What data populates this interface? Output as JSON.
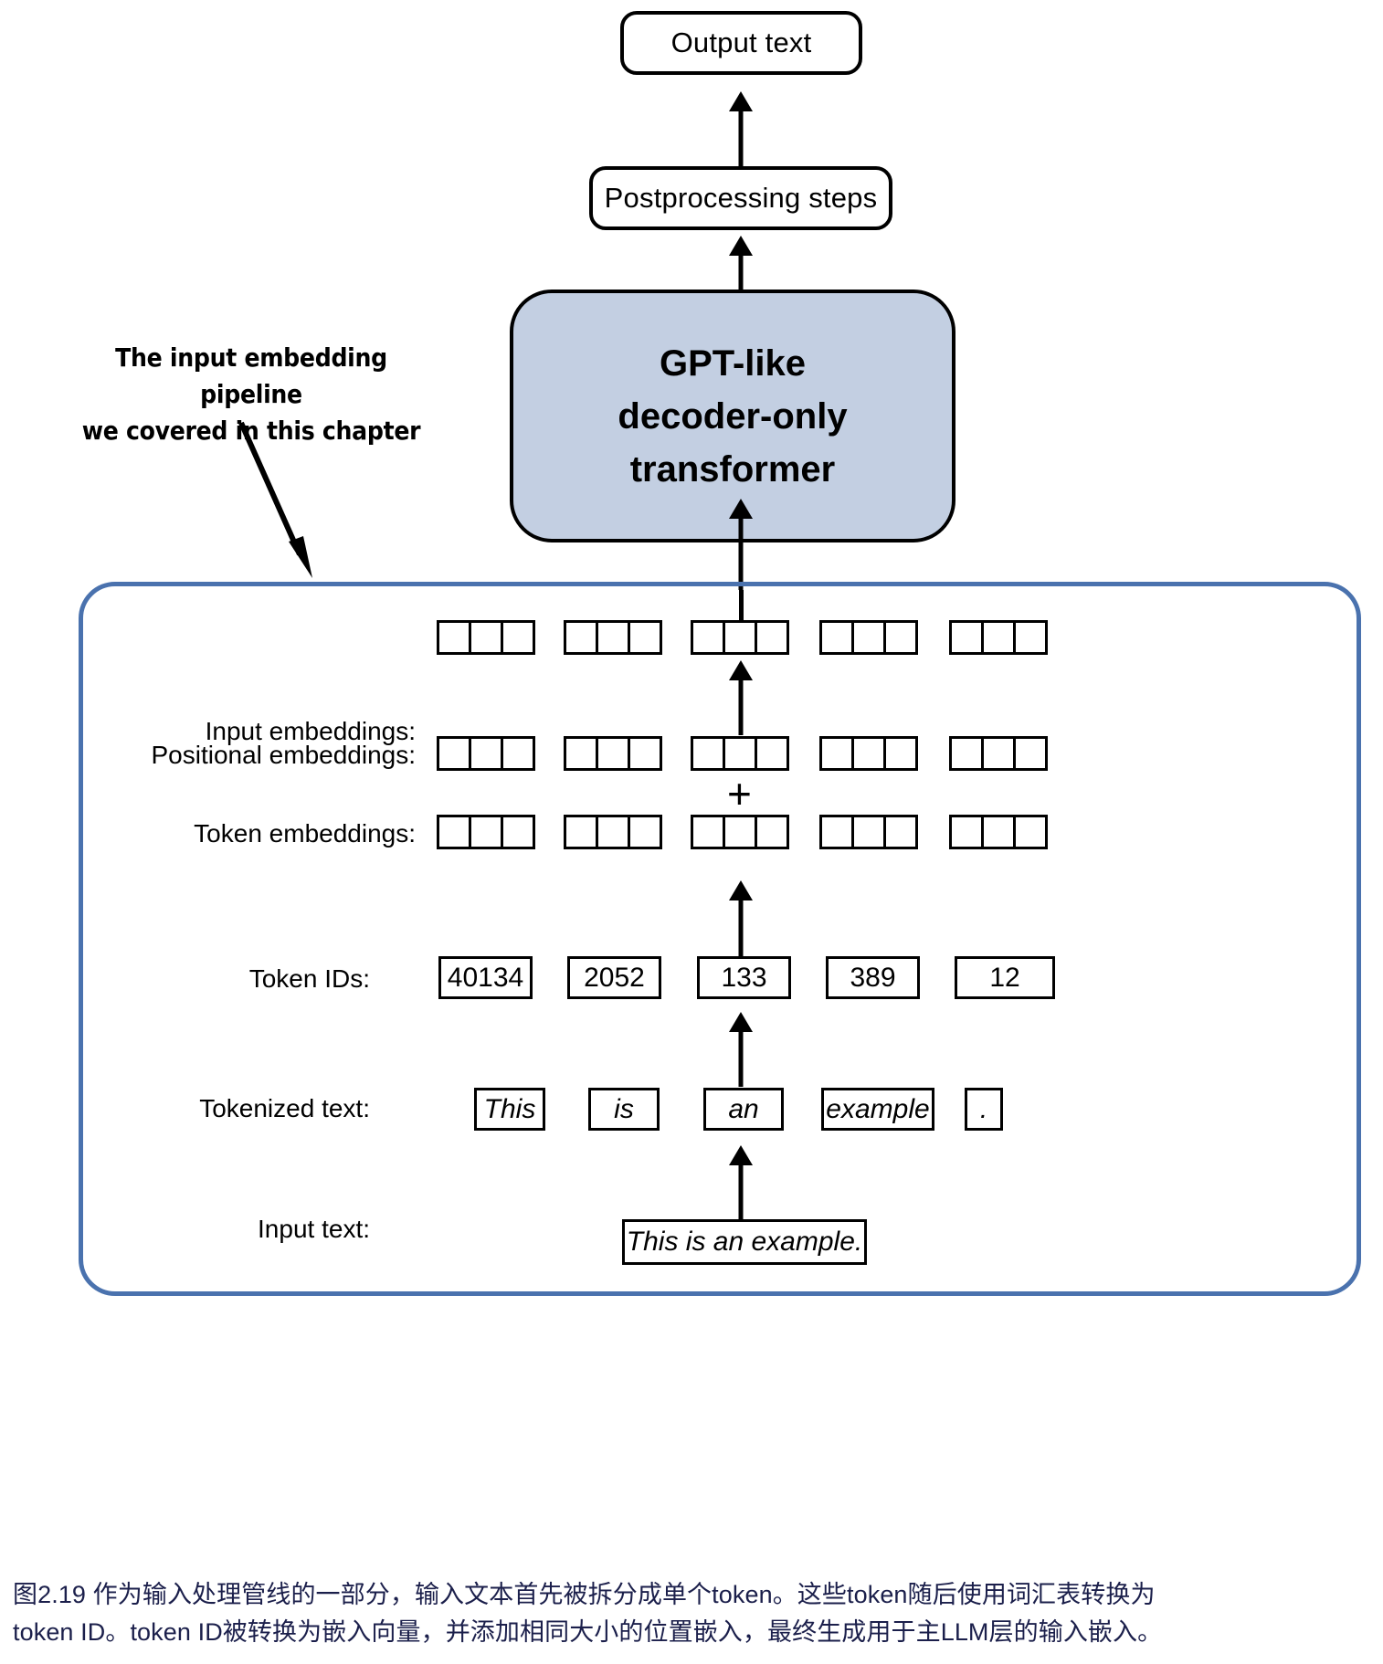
{
  "figure": {
    "title": "Input embedding pipeline for a GPT-like decoder-only transformer",
    "colors": {
      "transformer_fill": "#c3cfe2",
      "pipeline_border": "#4a72ae",
      "caption_text": "#1b1f4b",
      "stroke": "#000000"
    }
  },
  "top_blocks": {
    "output_text": "Output text",
    "postprocessing": "Postprocessing steps",
    "transformer": "GPT-like\ndecoder-only\ntransformer"
  },
  "annotation": {
    "text": "The input embedding pipeline\nwe covered in this chapter"
  },
  "rows": {
    "input_embeddings_label": "Input embeddings:",
    "positional_embeddings_label": "Positional embeddings:",
    "token_embeddings_label": "Token embeddings:",
    "token_ids_label": "Token IDs:",
    "tokenized_text_label": "Tokenized text:",
    "input_text_label": "Input text:"
  },
  "operators": {
    "plus": "+"
  },
  "embeddings": {
    "cells_per_group": 3,
    "groups": 5
  },
  "token_ids": [
    "40134",
    "2052",
    "133",
    "389",
    "12"
  ],
  "tokens": [
    "This",
    "is",
    "an",
    "example",
    "."
  ],
  "input_text": "This is an example.",
  "caption": {
    "line1": "图2.19 作为输入处理管线的一部分，输入文本首先被拆分成单个token。这些token随后使用词汇表转换为",
    "line2": "token ID。token ID被转换为嵌入向量，并添加相同大小的位置嵌入，最终生成用于主LLM层的输入嵌入。"
  }
}
